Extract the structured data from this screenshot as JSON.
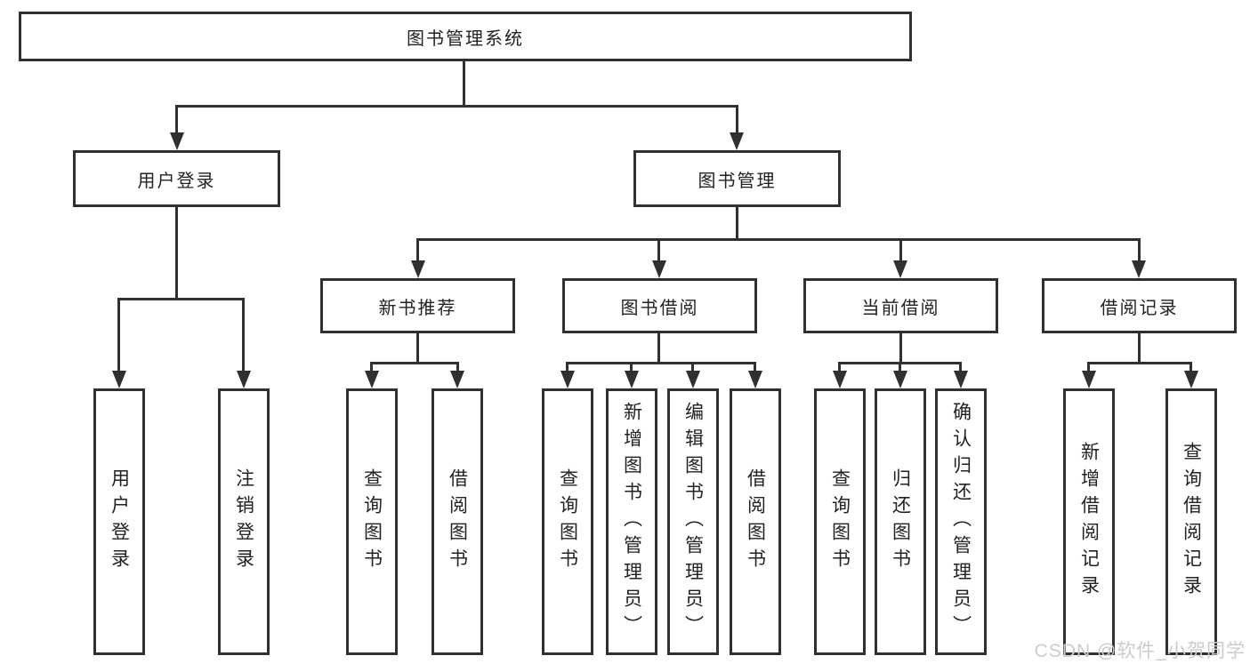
{
  "diagram": {
    "root": {
      "label": "图书管理系统"
    },
    "level2": [
      {
        "label": "用户登录"
      },
      {
        "label": "图书管理"
      }
    ],
    "level3": [
      {
        "label": "新书推荐"
      },
      {
        "label": "图书借阅"
      },
      {
        "label": "当前借阅"
      },
      {
        "label": "借阅记录"
      }
    ],
    "leaves": {
      "user_login": [
        {
          "label": "用户登录"
        },
        {
          "label": "注销登录"
        }
      ],
      "new_book": [
        {
          "label": "查询图书"
        },
        {
          "label": "借阅图书"
        }
      ],
      "book_borrow": [
        {
          "label": "查询图书"
        },
        {
          "label": "新增图书（管理员）"
        },
        {
          "label": "编辑图书（管理员）"
        },
        {
          "label": "借阅图书"
        }
      ],
      "current_borrow": [
        {
          "label": "查询图书"
        },
        {
          "label": "归还图书"
        },
        {
          "label": "确认归还（管理员）"
        }
      ],
      "borrow_records": [
        {
          "label": "新增借阅记录"
        },
        {
          "label": "查询借阅记录"
        }
      ]
    }
  },
  "colors": {
    "line": "#303030",
    "text": "#222222",
    "watermark": "#cccccc",
    "background": "#ffffff"
  },
  "watermark": {
    "text": "CSDN @软件_小贺同学"
  }
}
